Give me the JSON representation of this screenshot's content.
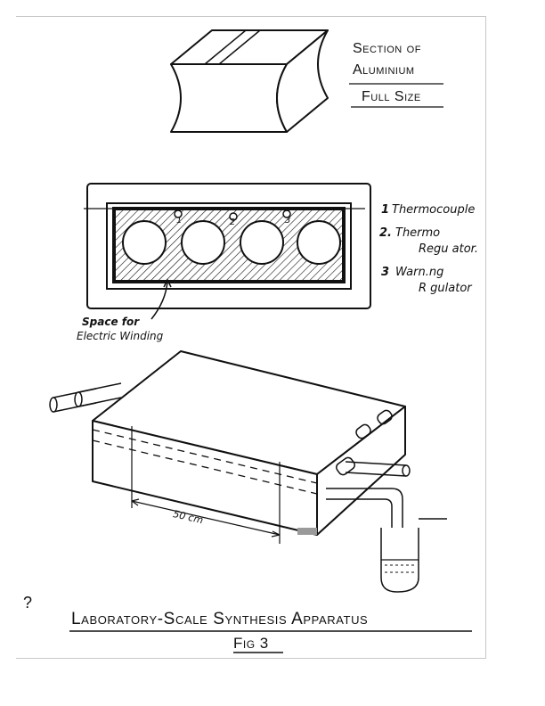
{
  "section": {
    "line1": "Section of",
    "line2": "Aluminium",
    "line3": "Full Size"
  },
  "legend": {
    "item1_num": "1",
    "item1_text": "Thermocouple",
    "item2_num": "2.",
    "item2_line1": "Thermo",
    "item2_line2": "Regu ator.",
    "item3_num": "3",
    "item3_line1": "Warn.ng",
    "item3_line2": "R gulator"
  },
  "cross_section": {
    "callout_line1": "Space for",
    "callout_line2": "Electric Winding",
    "marker_1": "1",
    "marker_2": "2",
    "marker_3": "3"
  },
  "apparatus": {
    "dimension": "50 cm"
  },
  "footer": {
    "title": "Laboratory-Scale Synthesis Apparatus",
    "figure": "Fig 3",
    "margin_mark": "?"
  },
  "colors": {
    "ink": "#111111",
    "frame": "#c8c8c8"
  }
}
